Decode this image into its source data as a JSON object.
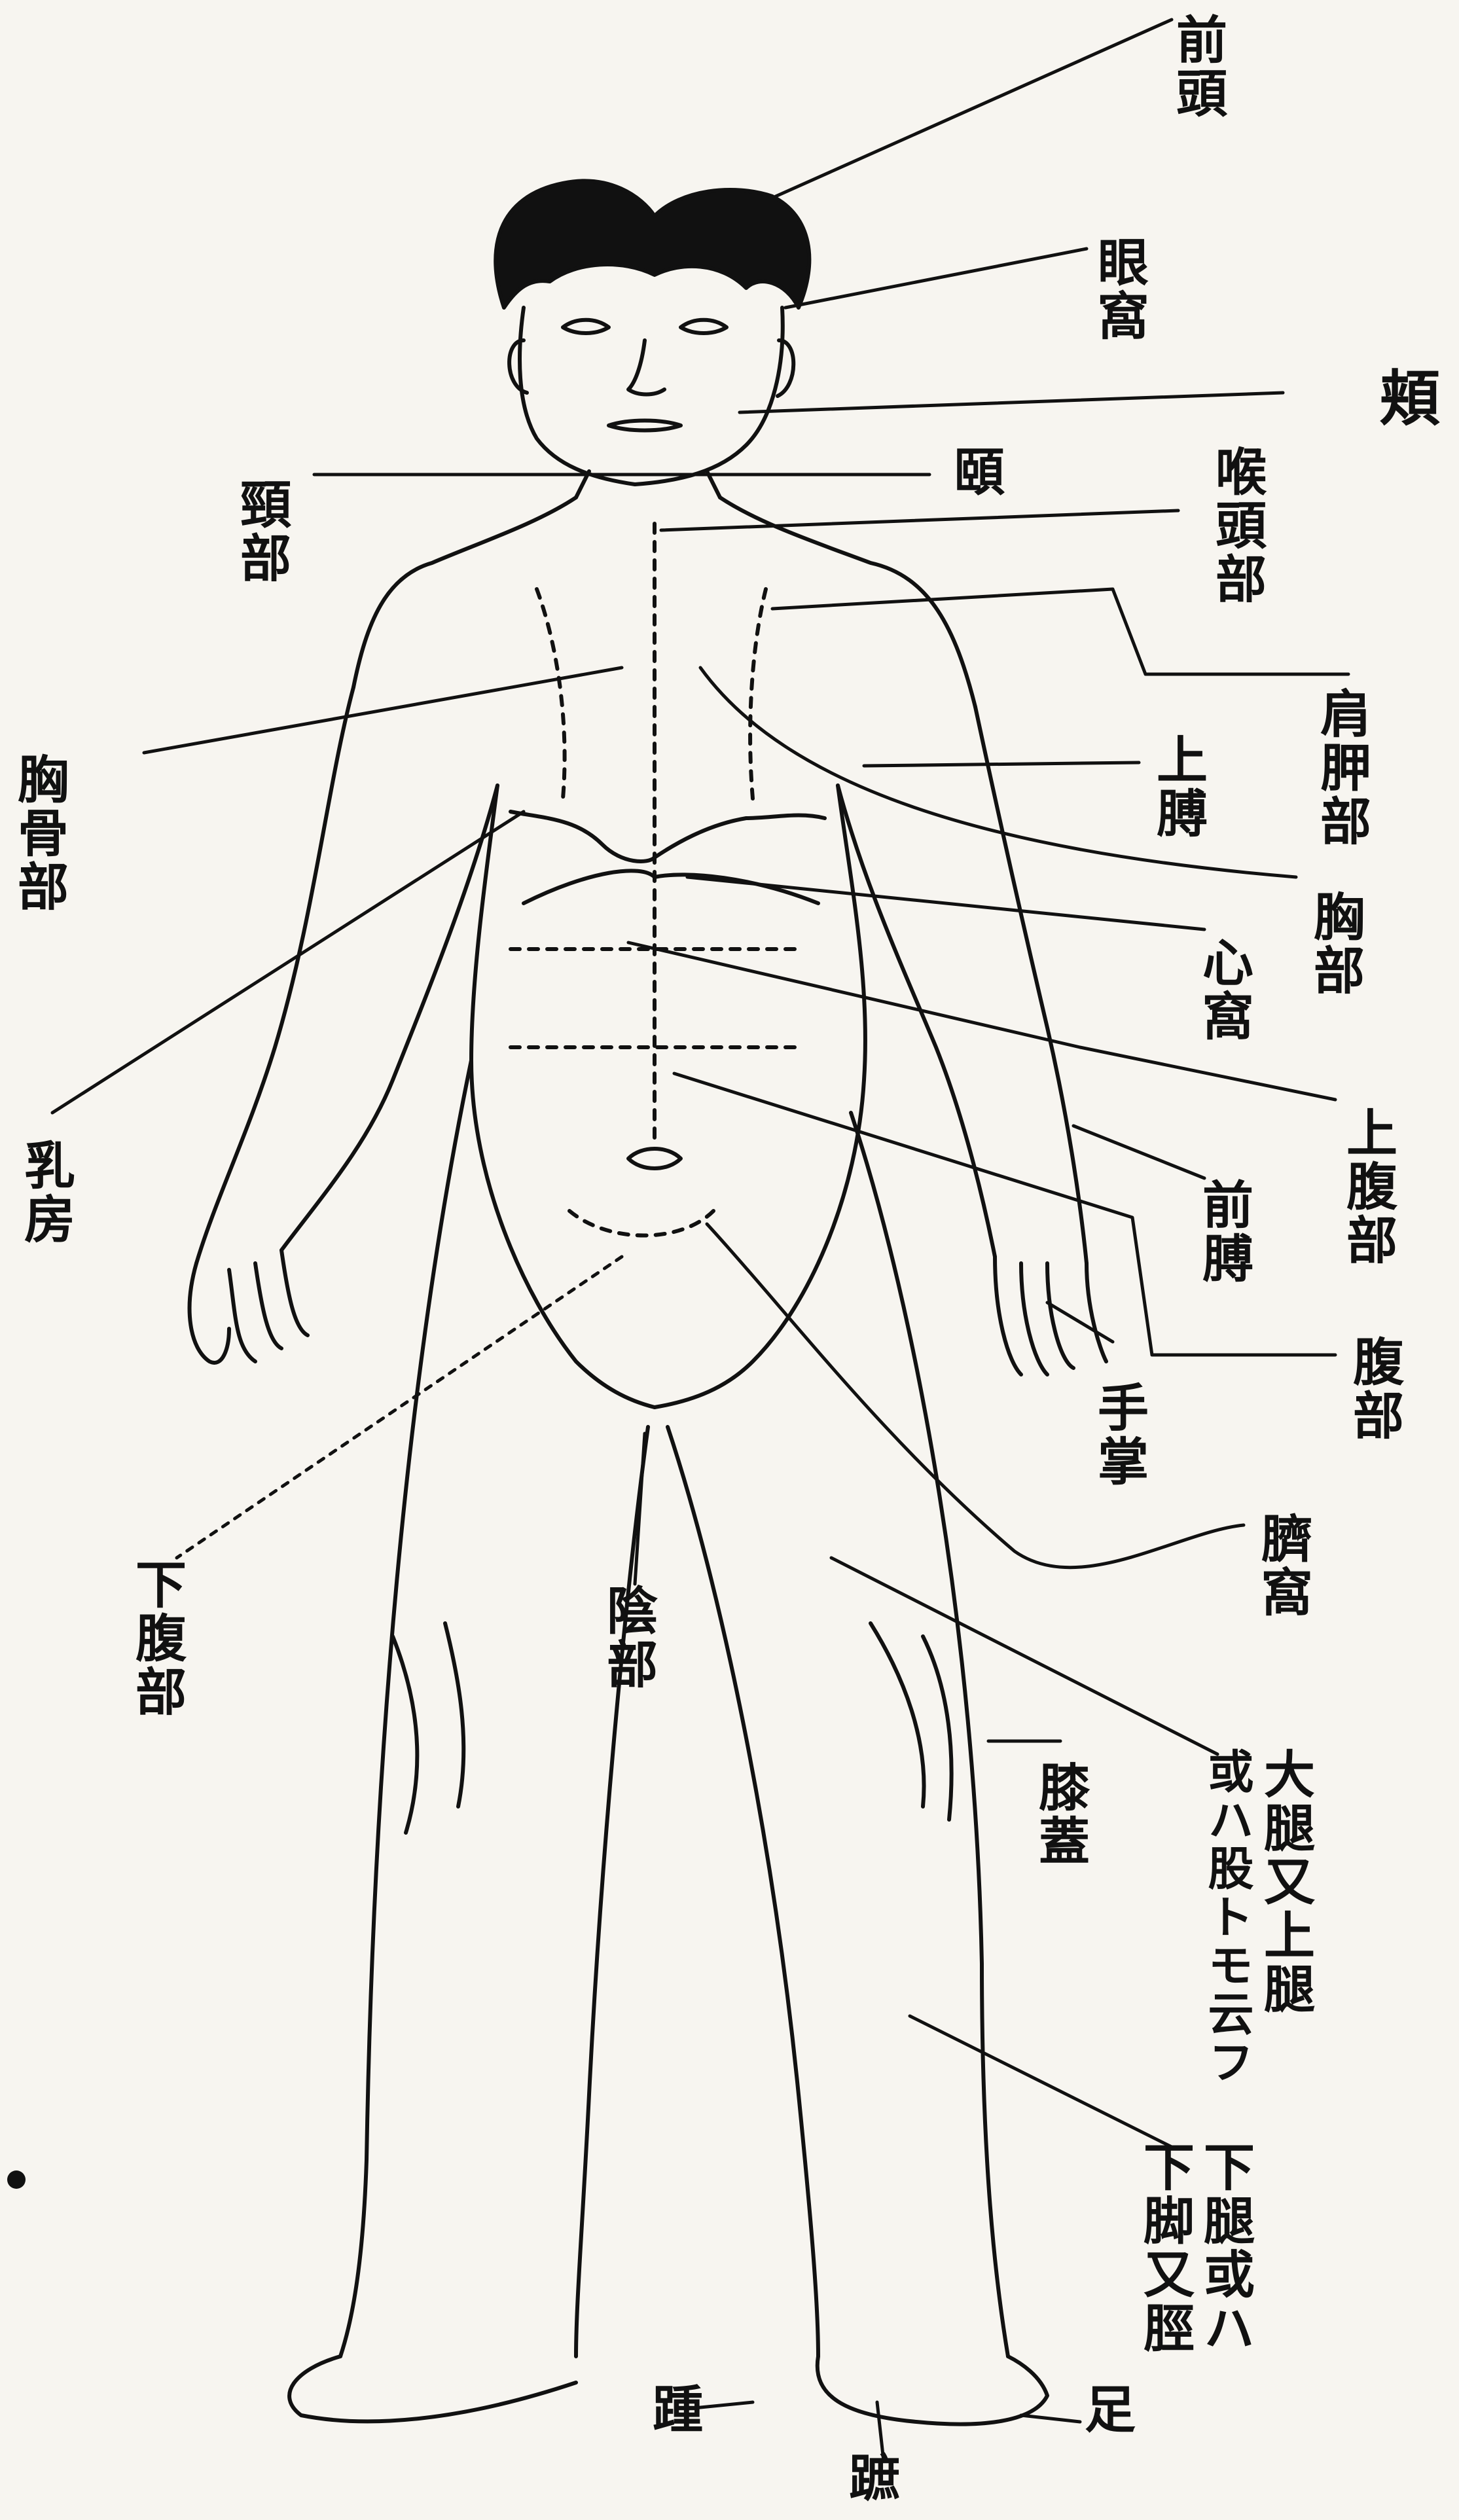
{
  "diagram": {
    "labels": {
      "forehead": "前頭",
      "eye_socket": "眼窩",
      "cheek": "頬",
      "chin": "頤",
      "throat": "喉頭部",
      "neck": "頸部",
      "shoulder_blade": "肩胛部",
      "sternum": "胸骨部",
      "upper_arm": "上膊",
      "chest": "胸部",
      "epigastrium": "心窩",
      "breast": "乳房",
      "upper_abdomen": "上腹部",
      "forearm": "前膊",
      "abdomen": "腹部",
      "palm": "手掌",
      "navel": "臍窩",
      "lower_abdomen": "下腹部",
      "genitals": "陰部",
      "knee": "膝蓋",
      "thigh_col1": "大腿又上腿",
      "thigh_col2": "或ハ股トモ云フ",
      "shin_col1": "下腿或ハ",
      "shin_col2": "下脚又脛",
      "heel": "踵",
      "toes": "蹠",
      "foot": "足"
    }
  }
}
